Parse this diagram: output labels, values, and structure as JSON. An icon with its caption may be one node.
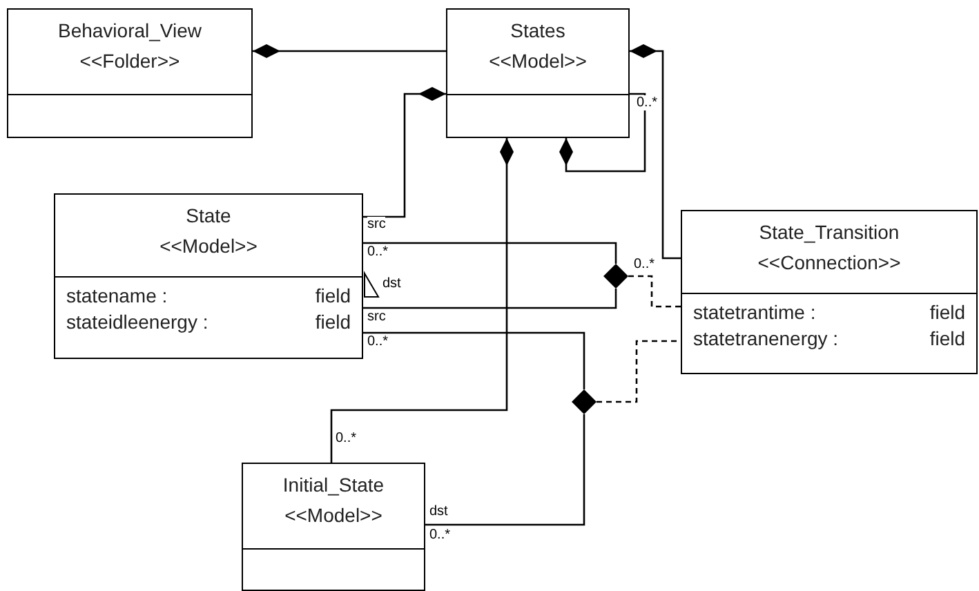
{
  "diagram": {
    "nodes": [
      {
        "text": [
          "Behavioral_View",
          "<<Folder>>"
        ]
      },
      {
        "text": [
          "States",
          "<<Model>>"
        ]
      },
      {
        "text": [
          "State",
          "<<Model>>",
          "statename :",
          "field",
          "stateidleenergy :",
          "field"
        ]
      },
      {
        "text": [
          "State_Transition",
          "<<Connection>>",
          "statetrantime :",
          "field",
          "statetranenergy :",
          "field"
        ]
      },
      {
        "text": [
          "Initial_State",
          "<<Model>>"
        ]
      },
      {
        "text": [],
        "shape": "diamond"
      },
      {
        "text": [],
        "shape": "diamond"
      }
    ],
    "edges": [
      {
        "from": 0,
        "to": 1,
        "arrow": "other"
      },
      {
        "from": 1,
        "to": 2,
        "arrow": "other"
      },
      {
        "from": 1,
        "to": 1,
        "arrow": "other"
      },
      {
        "from": 1,
        "to": 3,
        "arrow": "other"
      },
      {
        "from": 1,
        "to": 4,
        "arrow": "other"
      },
      {
        "from": 2,
        "to": 5,
        "arrow": "none"
      },
      {
        "from": 2,
        "to": 5,
        "arrow": "none"
      },
      {
        "from": 5,
        "to": 3,
        "arrow": "none",
        "style": "dashed"
      },
      {
        "from": 2,
        "to": 6,
        "arrow": "none"
      },
      {
        "from": 4,
        "to": 6,
        "arrow": "none"
      },
      {
        "from": 6,
        "to": 3,
        "arrow": "none",
        "style": "dashed"
      }
    ],
    "labels": [
      "src",
      "0..*",
      "dst",
      "src",
      "0..*",
      "0..*",
      "0..*",
      "0..*",
      "dst",
      "0..*"
    ]
  }
}
